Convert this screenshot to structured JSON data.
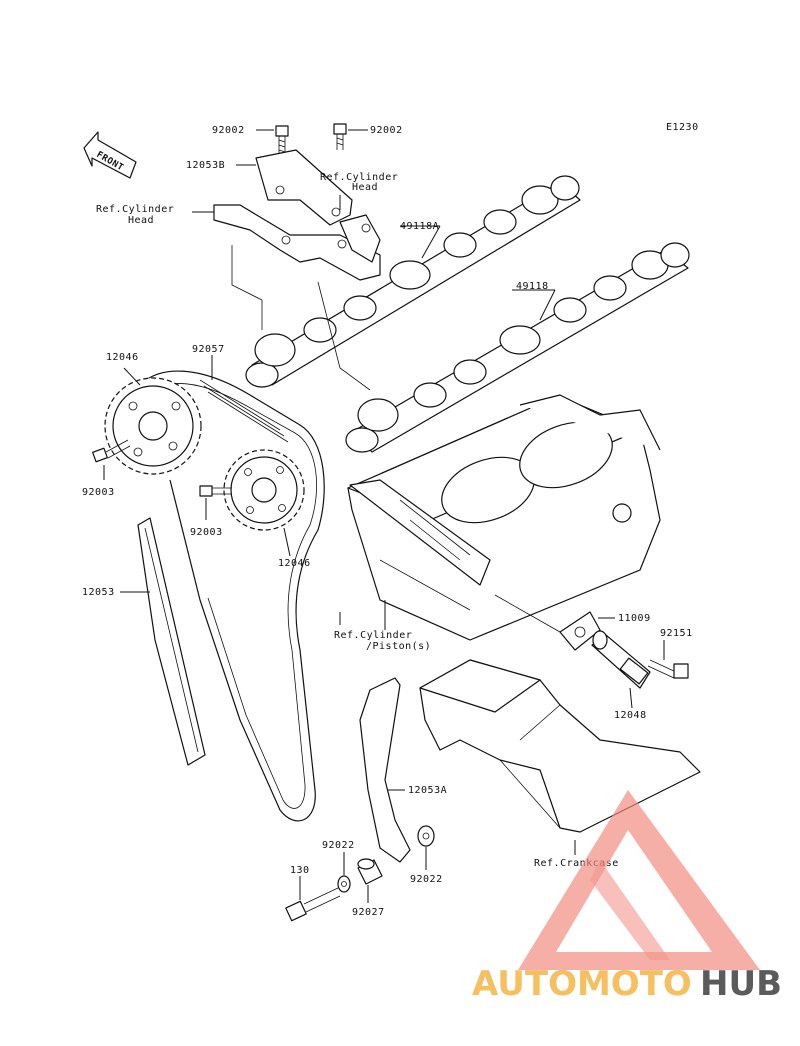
{
  "diagram": {
    "code": "E1230",
    "front_arrow_text": "FRONT",
    "labels": {
      "p92002_a": "92002",
      "p92002_b": "92002",
      "p12053B": "12053B",
      "ref_cyl_head_a_1": "Ref.Cylinder",
      "ref_cyl_head_a_2": "Head",
      "ref_cyl_head_b_1": "Ref.Cylinder",
      "ref_cyl_head_b_2": "Head",
      "p49118A": "49118A",
      "p49118": "49118",
      "p92057": "92057",
      "p12046_a": "12046",
      "p12046_b": "12046",
      "p92003_a": "92003",
      "p92003_b": "92003",
      "p12053": "12053",
      "ref_cyl_piston_1": "Ref.Cylinder",
      "ref_cyl_piston_2": "/Piston(s)",
      "p11009": "11009",
      "p92151": "92151",
      "p12048": "12048",
      "p12053A": "12053A",
      "p92022_a": "92022",
      "p92022_b": "92022",
      "p130": "130",
      "p92027": "92027",
      "ref_crankcase": "Ref.Crankcase"
    }
  },
  "watermark": {
    "part1": "AUTOMOTO",
    "part2": "HUB",
    "color_primary": "#f08a7e",
    "color_secondary": "#f6b94f",
    "color_dark": "#4a4a4a"
  }
}
